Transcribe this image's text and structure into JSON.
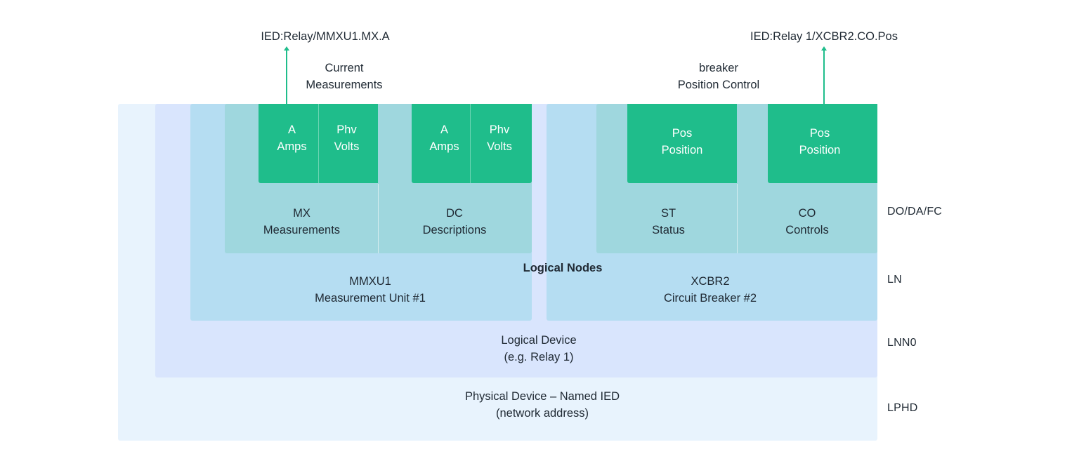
{
  "colors": {
    "physical": "#e8f3fd",
    "logical_device": "#d9e5fd",
    "logical_node": "#b5ddf2",
    "functional_constraint": "#9fd7de",
    "data_object": "#1fbd8b",
    "arrow": "#1fbd8b"
  },
  "top_refs": {
    "left": "IED:Relay/MMXU1.MX.A",
    "right": "IED:Relay 1/XCBR2.CO.Pos"
  },
  "captions": {
    "left": {
      "line1": "Current",
      "line2": "Measurements"
    },
    "right": {
      "line1": "breaker",
      "line2": "Position Control"
    }
  },
  "data_objects": {
    "mx_a": {
      "line1": "A",
      "line2": "Amps"
    },
    "mx_phv": {
      "line1": "Phv",
      "line2": "Volts"
    },
    "dc_a": {
      "line1": "A",
      "line2": "Amps"
    },
    "dc_phv": {
      "line1": "Phv",
      "line2": "Volts"
    },
    "st_pos": {
      "line1": "Pos",
      "line2": "Position"
    },
    "co_pos": {
      "line1": "Pos",
      "line2": "Position"
    }
  },
  "functional_constraints": {
    "mx": {
      "line1": "MX",
      "line2": "Measurements"
    },
    "dc": {
      "line1": "DC",
      "line2": "Descriptions"
    },
    "st": {
      "line1": "ST",
      "line2": "Status"
    },
    "co": {
      "line1": "CO",
      "line2": "Controls"
    }
  },
  "logical_nodes_title": "Logical Nodes",
  "logical_nodes": {
    "mmxu1": {
      "line1": "MMXU1",
      "line2": "Measurement Unit #1"
    },
    "xcbr2": {
      "line1": "XCBR2",
      "line2": "Circuit Breaker #2"
    }
  },
  "logical_device": {
    "line1": "Logical Device",
    "line2": "(e.g. Relay 1)"
  },
  "physical_device": {
    "line1": "Physical Device – Named IED",
    "line2": "(network address)"
  },
  "side_labels": {
    "do_da_fc": "DO/DA/FC",
    "ln": "LN",
    "lnn0": "LNN0",
    "lphd": "LPHD"
  }
}
